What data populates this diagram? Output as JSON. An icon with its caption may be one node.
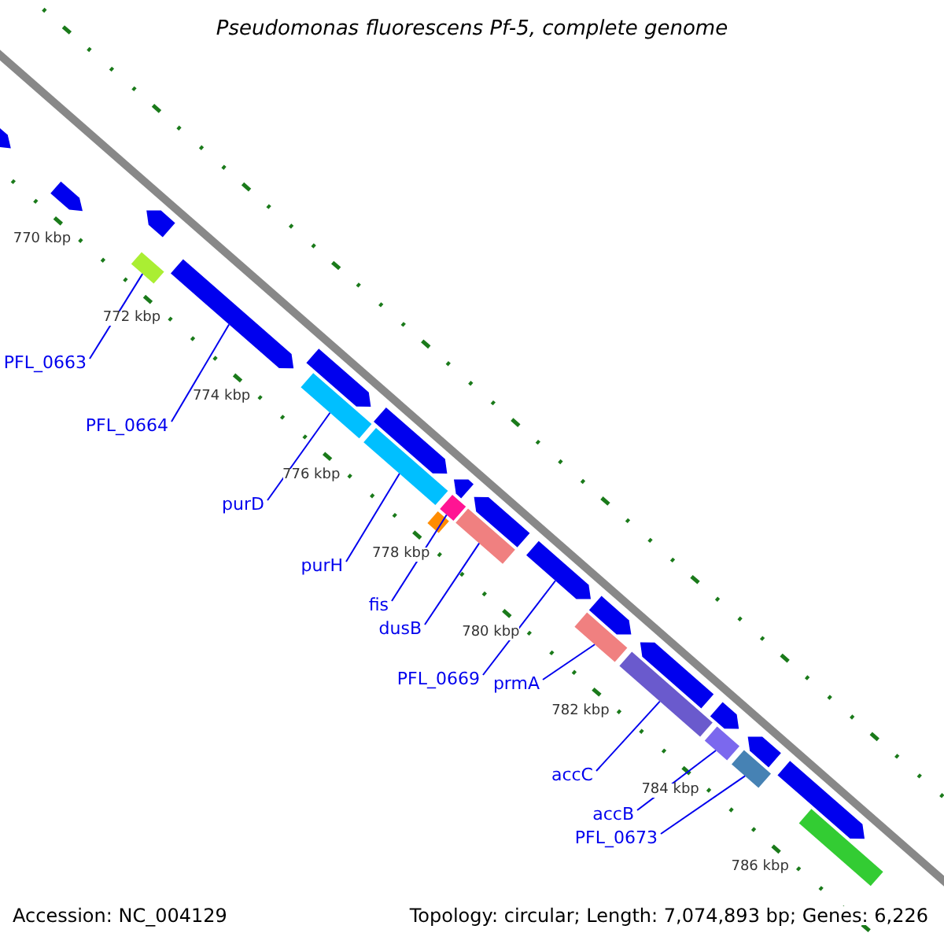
{
  "diagram": {
    "title": "Pseudomonas fluorescens Pf-5, complete genome",
    "nodes": [
      {
        "text": [
          "PFL_0663"
        ]
      },
      {
        "text": [
          "PFL_0664"
        ]
      },
      {
        "text": [
          "purD"
        ]
      },
      {
        "text": [
          "purH"
        ]
      },
      {
        "text": [
          "fis"
        ]
      },
      {
        "text": [
          "dusB"
        ]
      },
      {
        "text": [
          "PFL_0669"
        ]
      },
      {
        "text": [
          "prmA"
        ]
      },
      {
        "text": [
          "accC"
        ]
      },
      {
        "text": [
          "accB"
        ]
      },
      {
        "text": [
          "PFL_0673"
        ]
      },
      {
        "text": [],
        "shape": "bar"
      },
      {
        "text": [],
        "shape": "bar"
      },
      {
        "text": [],
        "shape": "bar"
      },
      {
        "text": [],
        "shape": "bar"
      },
      {
        "text": [],
        "shape": "bar"
      },
      {
        "text": [],
        "shape": "bar"
      },
      {
        "text": [],
        "shape": "bar"
      },
      {
        "text": [],
        "shape": "bar"
      },
      {
        "text": [],
        "shape": "bar"
      },
      {
        "text": [],
        "shape": "bar"
      },
      {
        "text": [],
        "shape": "bar"
      }
    ],
    "edges": [
      {
        "from": 0,
        "to": 11,
        "arrow": "none"
      },
      {
        "from": 1,
        "to": 12,
        "arrow": "none"
      },
      {
        "from": 2,
        "to": 13,
        "arrow": "none"
      },
      {
        "from": 3,
        "to": 14,
        "arrow": "none"
      },
      {
        "from": 4,
        "to": 15,
        "arrow": "none"
      },
      {
        "from": 5,
        "to": 16,
        "arrow": "none"
      },
      {
        "from": 6,
        "to": 17,
        "arrow": "none"
      },
      {
        "from": 7,
        "to": 18,
        "arrow": "none"
      },
      {
        "from": 8,
        "to": 19,
        "arrow": "none"
      },
      {
        "from": 9,
        "to": 20,
        "arrow": "none"
      },
      {
        "from": 10,
        "to": 21,
        "arrow": "none"
      }
    ],
    "labels": [
      "770 kbp",
      "772 kbp",
      "774 kbp",
      "776 kbp",
      "778 kbp",
      "780 kbp",
      "782 kbp",
      "784 kbp",
      "786 kbp",
      "Accession: NC_004129",
      "Topology: circular; Length: 7,074,893 bp; Genes: 6,226"
    ]
  }
}
